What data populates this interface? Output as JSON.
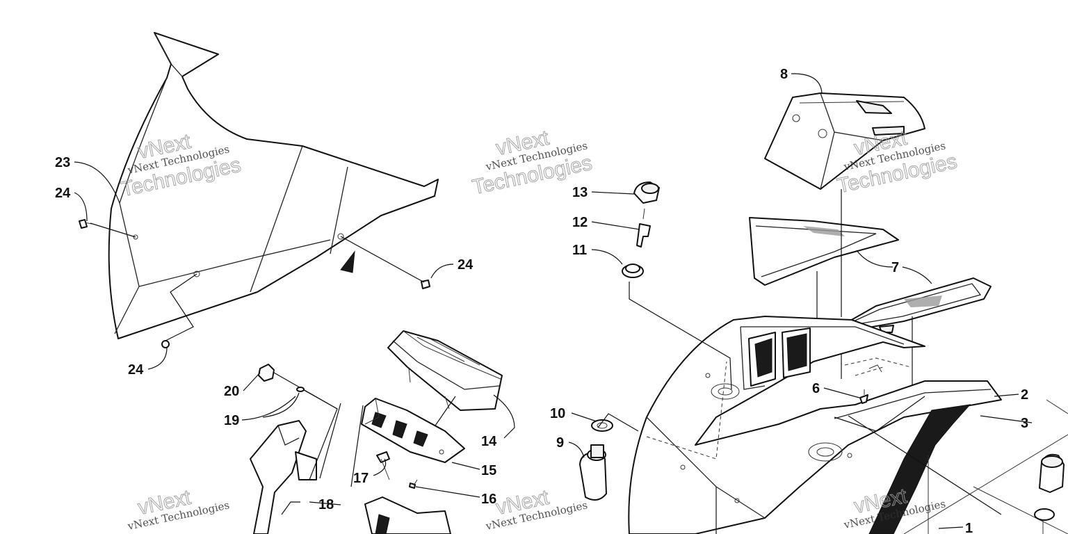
{
  "callouts": {
    "c1": "1",
    "c2": "2",
    "c3": "3",
    "c6": "6",
    "c7": "7",
    "c8": "8",
    "c9": "9",
    "c10": "10",
    "c11": "11",
    "c12": "12",
    "c13": "13",
    "c14": "14",
    "c15": "15",
    "c16": "16",
    "c17": "17",
    "c18": "18",
    "c19": "19",
    "c20": "20",
    "c23": "23",
    "c24a": "24",
    "c24b": "24",
    "c24c": "24"
  },
  "watermark": {
    "line1": "vNext Technologies",
    "line2": "vNext",
    "line3": "Technologies"
  }
}
